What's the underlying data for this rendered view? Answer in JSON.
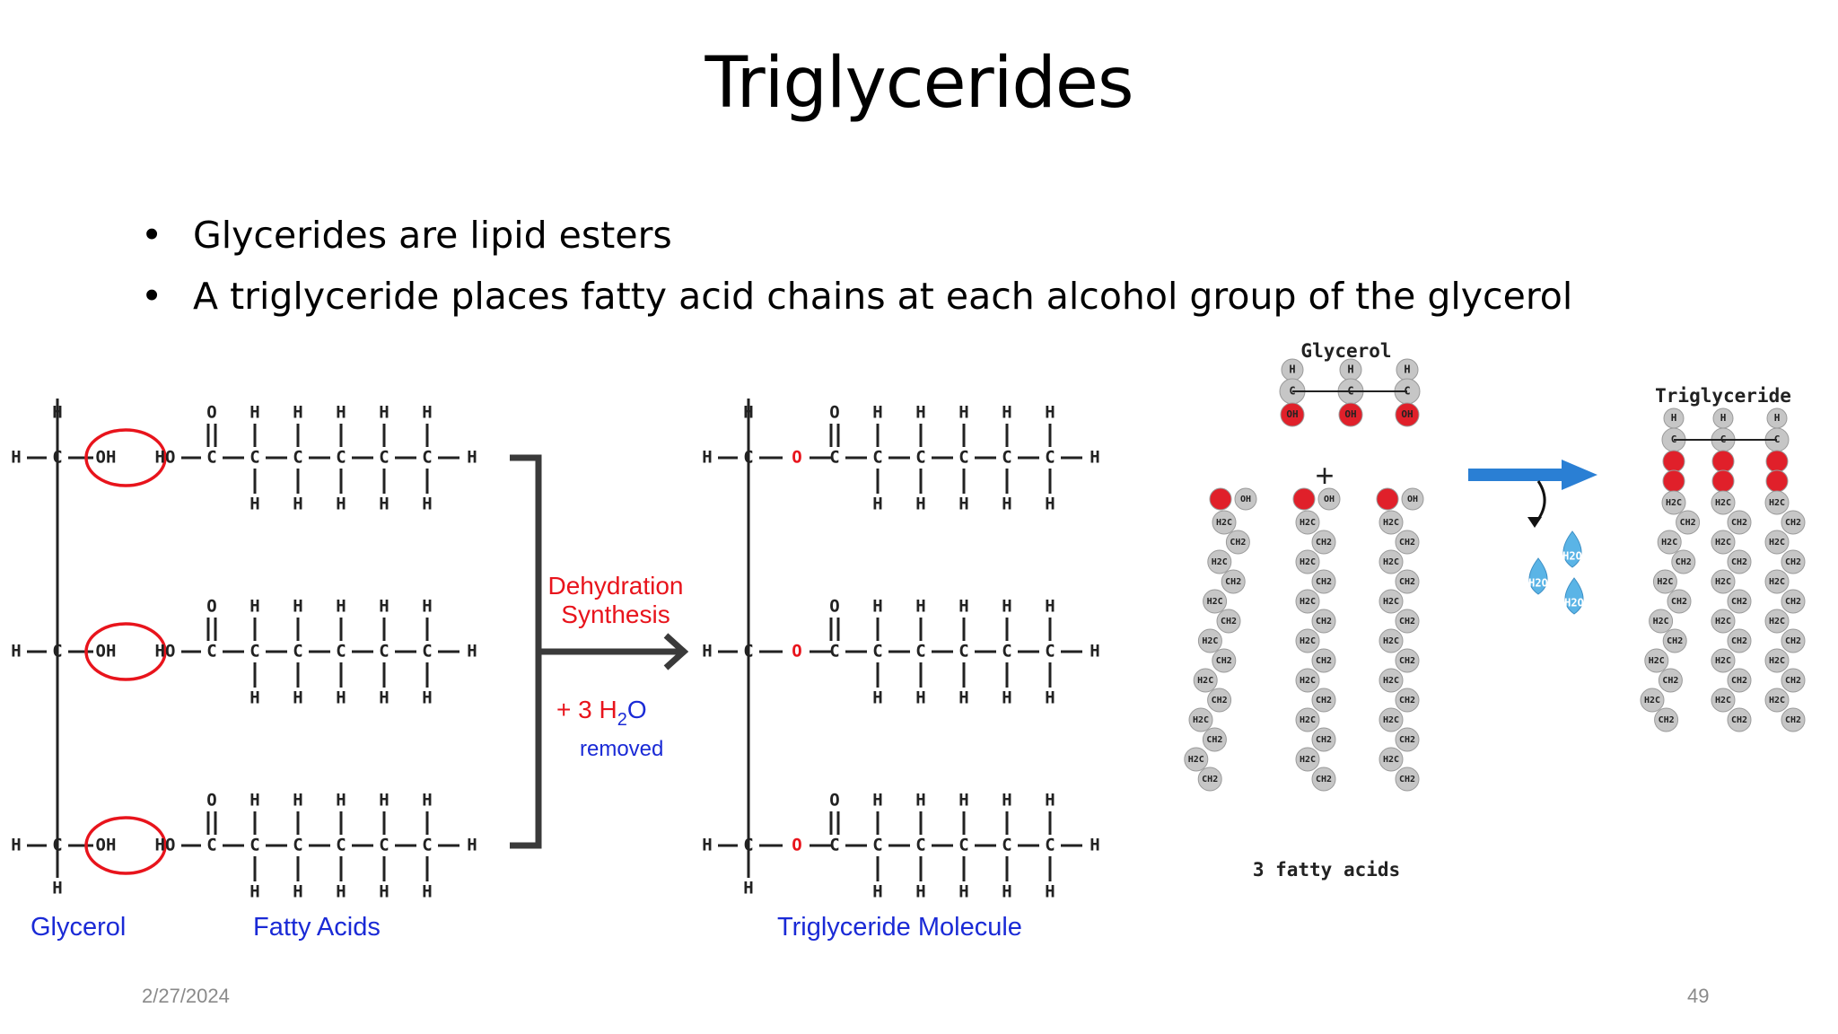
{
  "slide": {
    "title": "Triglycerides",
    "bullets": [
      "Glycerides are lipid esters",
      "A triglyceride places fatty acid chains at each alcohol group of the glycerol"
    ],
    "date": "2/27/2024",
    "page_number": "49"
  },
  "left_diagram": {
    "atom_h": "H",
    "atom_c": "C",
    "atom_o": "O",
    "oh_group": "OH",
    "ho_group": "HO",
    "arrow_label_line1": "Dehydration",
    "arrow_label_line2": "Synthesis",
    "water_prefix": "+ 3 H",
    "water_sub": "2",
    "water_suffix": "O",
    "water_removed": "removed",
    "label_glycerol": "Glycerol",
    "label_fatty_acids": "Fatty Acids",
    "label_triglyceride": "Triglyceride Molecule",
    "colors": {
      "red": "#e8141c",
      "blue": "#1a2ad6",
      "bond": "#222222"
    }
  },
  "right_diagram": {
    "label_glycerol": "Glycerol",
    "label_triglyceride": "Triglyceride",
    "label_fatty_acids": "3 fatty acids",
    "water_label": "H2O",
    "plus": "+",
    "colors": {
      "atom": "#c6c6c6",
      "oxygen": "#e0202a",
      "water": "#5ab4e6",
      "arrow": "#2a7fd4"
    }
  }
}
